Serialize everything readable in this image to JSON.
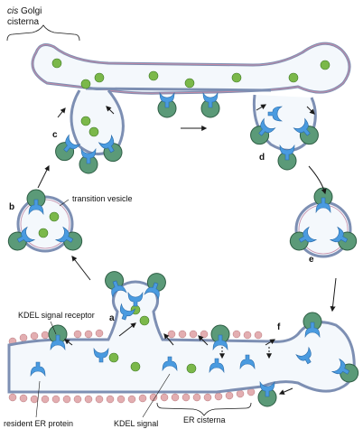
{
  "labels": {
    "cis_golgi_italic": "cis",
    "cis_golgi_rest": "Golgi",
    "cis_golgi_line2": "cisterna",
    "transition_vesicle": "transition vesicle",
    "kdel_receptor": "KDEL signal receptor",
    "resident_er_protein": "resident ER protein",
    "kdel_signal": "KDEL signal",
    "er_cisterna": "ER cisterna"
  },
  "steps": {
    "a": "a",
    "b": "b",
    "c": "c",
    "d": "d",
    "e": "e",
    "f": "f"
  },
  "colors": {
    "lumen": "#f4f8fc",
    "membrane_outer": "#7d8fb3",
    "membrane_inner": "#c38aa6",
    "coat": "#5b9a78",
    "coat_edge": "#2f5e45",
    "receptor": "#4a9be0",
    "cargo": "#7bb84a",
    "ribosome": "#e3aeb1",
    "arrow": "#1a1a1a"
  }
}
